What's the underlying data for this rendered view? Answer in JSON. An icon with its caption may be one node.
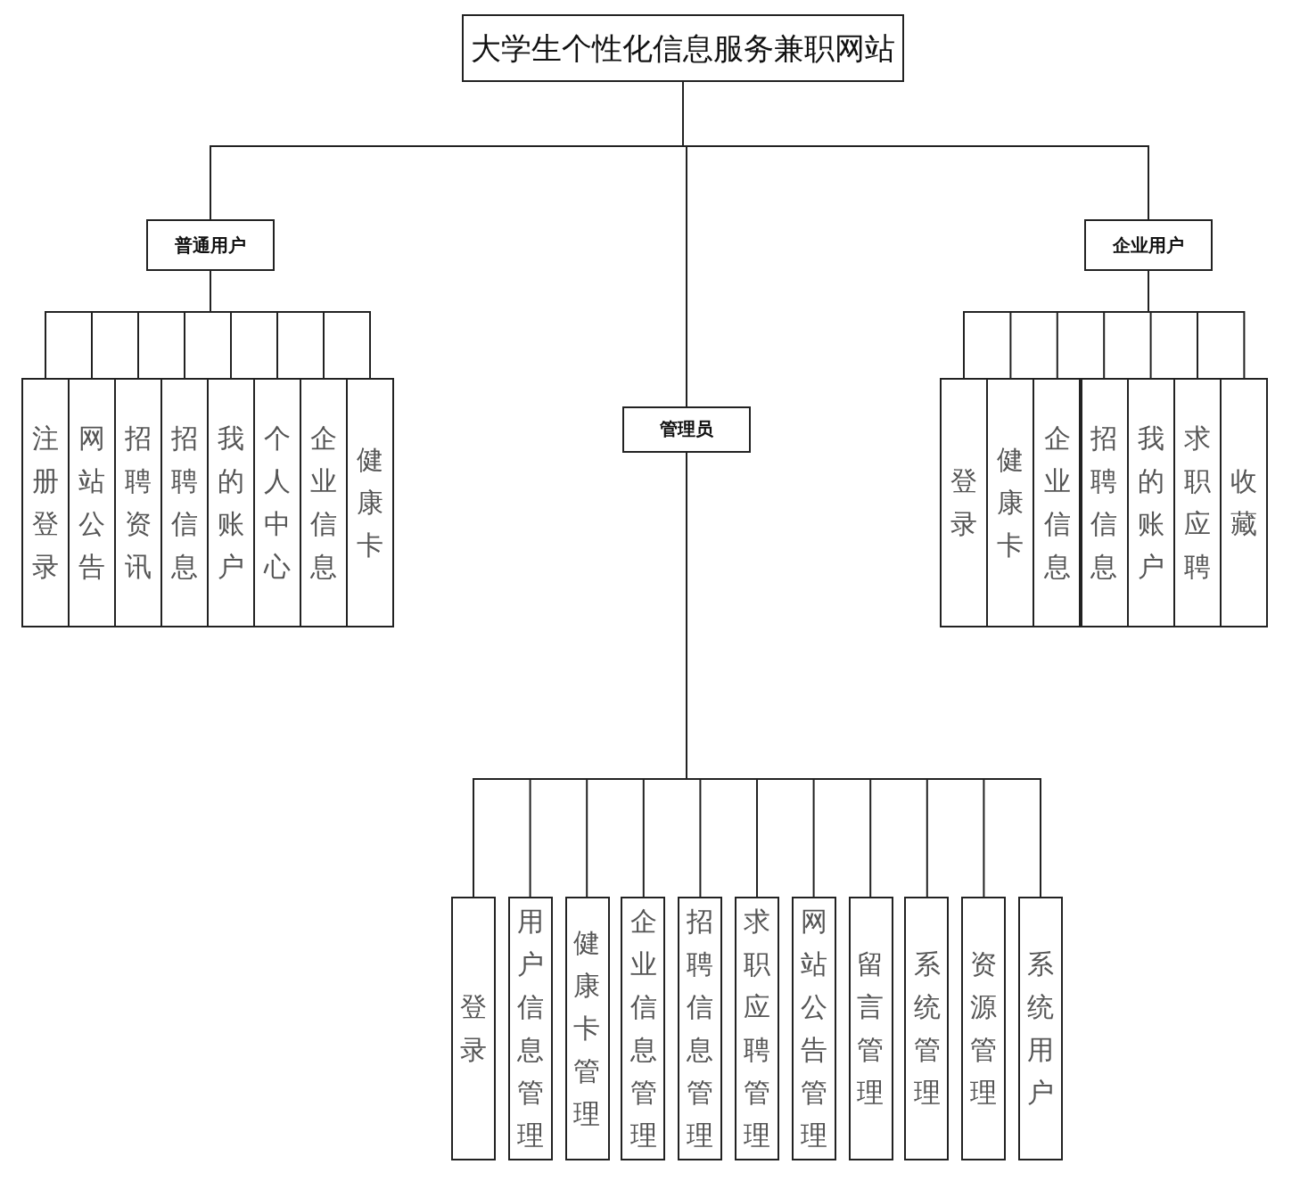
{
  "diagram": {
    "nodes": [
      {
        "text": [
          "大学生个性化信息服务兼职网站"
        ]
      },
      {
        "text": [
          "普通用户"
        ]
      },
      {
        "text": [
          "企业用户"
        ]
      },
      {
        "text": [
          "管理员"
        ]
      },
      {
        "text": [
          "注册登录"
        ]
      },
      {
        "text": [
          "网站公告"
        ]
      },
      {
        "text": [
          "招聘资讯"
        ]
      },
      {
        "text": [
          "招聘信息"
        ]
      },
      {
        "text": [
          "我的账户"
        ]
      },
      {
        "text": [
          "个人中心"
        ]
      },
      {
        "text": [
          "企业信息"
        ]
      },
      {
        "text": [
          "健康卡"
        ]
      },
      {
        "text": [
          "登录"
        ]
      },
      {
        "text": [
          "健康卡"
        ]
      },
      {
        "text": [
          "企业信息"
        ]
      },
      {
        "text": [
          "招聘信息"
        ]
      },
      {
        "text": [
          "我的账户"
        ]
      },
      {
        "text": [
          "求职应聘"
        ]
      },
      {
        "text": [
          "收藏"
        ]
      },
      {
        "text": [
          "登录"
        ]
      },
      {
        "text": [
          "用户信息管理"
        ]
      },
      {
        "text": [
          "健康卡管理"
        ]
      },
      {
        "text": [
          "企业信息管理"
        ]
      },
      {
        "text": [
          "招聘信息管理"
        ]
      },
      {
        "text": [
          "求职应聘管理"
        ]
      },
      {
        "text": [
          "网站公告管理"
        ]
      },
      {
        "text": [
          "留言管理"
        ]
      },
      {
        "text": [
          "系统管理"
        ]
      },
      {
        "text": [
          "资源管理"
        ]
      },
      {
        "text": [
          "系统用户"
        ]
      }
    ],
    "edges": [
      {
        "from": 0,
        "to": 1,
        "arrow": "none"
      },
      {
        "from": 0,
        "to": 2,
        "arrow": "none"
      },
      {
        "from": 0,
        "to": 3,
        "arrow": "none"
      },
      {
        "from": 1,
        "to": 4,
        "arrow": "none"
      },
      {
        "from": 1,
        "to": 5,
        "arrow": "none"
      },
      {
        "from": 1,
        "to": 6,
        "arrow": "none"
      },
      {
        "from": 1,
        "to": 7,
        "arrow": "none"
      },
      {
        "from": 1,
        "to": 8,
        "arrow": "none"
      },
      {
        "from": 1,
        "to": 9,
        "arrow": "none"
      },
      {
        "from": 1,
        "to": 10,
        "arrow": "none"
      },
      {
        "from": 1,
        "to": 11,
        "arrow": "none"
      },
      {
        "from": 2,
        "to": 12,
        "arrow": "none"
      },
      {
        "from": 2,
        "to": 13,
        "arrow": "none"
      },
      {
        "from": 2,
        "to": 14,
        "arrow": "none"
      },
      {
        "from": 2,
        "to": 15,
        "arrow": "none"
      },
      {
        "from": 2,
        "to": 16,
        "arrow": "none"
      },
      {
        "from": 2,
        "to": 17,
        "arrow": "none"
      },
      {
        "from": 2,
        "to": 18,
        "arrow": "none"
      },
      {
        "from": 3,
        "to": 19,
        "arrow": "none"
      },
      {
        "from": 3,
        "to": 20,
        "arrow": "none"
      },
      {
        "from": 3,
        "to": 21,
        "arrow": "none"
      },
      {
        "from": 3,
        "to": 22,
        "arrow": "none"
      },
      {
        "from": 3,
        "to": 23,
        "arrow": "none"
      },
      {
        "from": 3,
        "to": 24,
        "arrow": "none"
      },
      {
        "from": 3,
        "to": 25,
        "arrow": "none"
      },
      {
        "from": 3,
        "to": 26,
        "arrow": "none"
      },
      {
        "from": 3,
        "to": 27,
        "arrow": "none"
      },
      {
        "from": 3,
        "to": 28,
        "arrow": "none"
      },
      {
        "from": 3,
        "to": 29,
        "arrow": "none"
      }
    ]
  }
}
